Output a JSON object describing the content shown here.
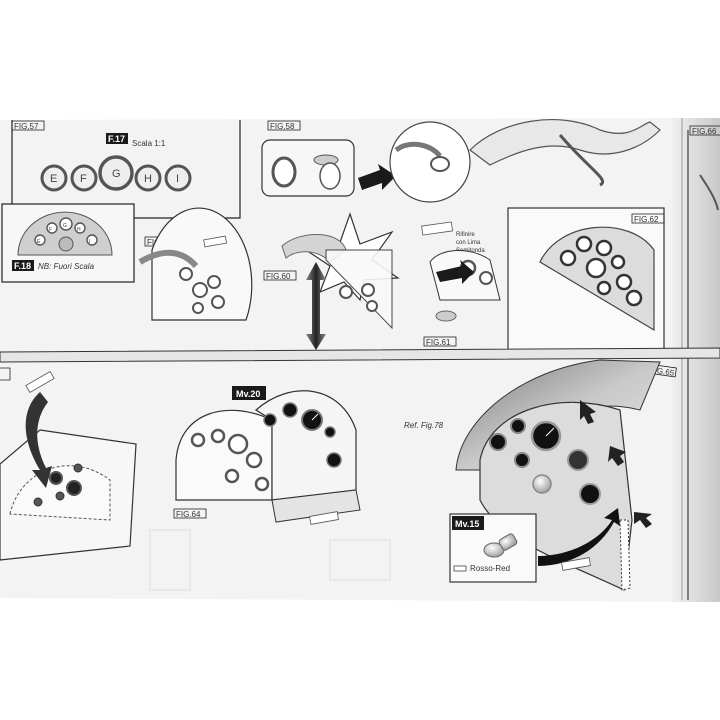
{
  "figures": {
    "fig57": "FIG.57",
    "fig58": "FIG.58",
    "fig59": "FIG.59",
    "fig60": "FIG.60",
    "fig61": "FIG.61",
    "fig62": "FIG.62",
    "fig64": "FIG.64",
    "fig65": "FIG.65",
    "fig66": "FIG.66"
  },
  "tags": {
    "f17": "F.17",
    "f18": "F.18",
    "mv20": "Mv.20",
    "mv15": "Mv.15"
  },
  "texts": {
    "scale": "Scala 1:1",
    "nb": "NB: Fuori Scala",
    "finish_line1": "Rifinire",
    "finish_line2": "con Lima",
    "finish_line3": "Semitonda",
    "ref": "Ref. Fig.78",
    "rosso": "Rosso-Red"
  },
  "gauge_letters": [
    "E",
    "F",
    "G",
    "H",
    "I"
  ],
  "small_letters": [
    "E",
    "F",
    "G",
    "H",
    "I"
  ],
  "colors": {
    "paper": "#f2f2f2",
    "ink": "#222222",
    "tag_bg": "#1a1a1a",
    "panel_grey": "#d9d9d9"
  }
}
